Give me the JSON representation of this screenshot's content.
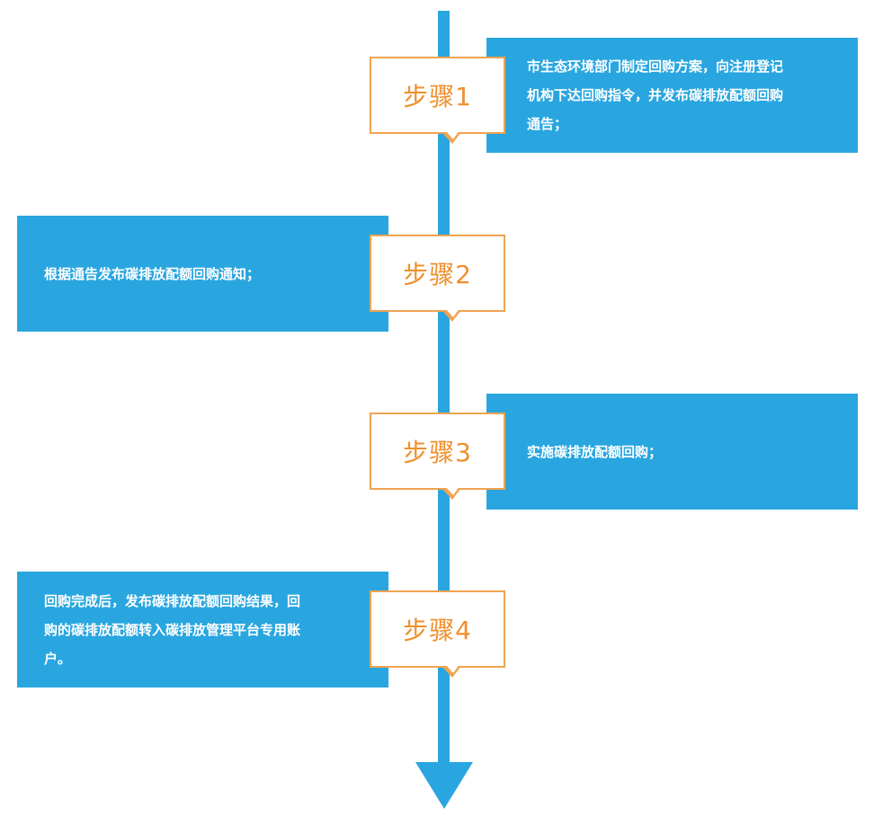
{
  "steps": [
    {
      "label": "步骤1",
      "side": "right",
      "lines": [
        "市生态环境部门制定回购方案，向注册登记",
        "机构下达回购指令，并发布碳排放配额回购",
        "通告；"
      ]
    },
    {
      "label": "步骤2",
      "side": "left",
      "lines": [
        "根据通告发布碳排放配额回购通知；"
      ]
    },
    {
      "label": "步骤3",
      "side": "right",
      "lines": [
        "实施碳排放配额回购；"
      ]
    },
    {
      "label": "步骤4",
      "side": "left",
      "lines": [
        "回购完成后，发布碳排放配额回购结果，回",
        "购的碳排放配额转入碳排放管理平台专用账",
        "户。"
      ]
    }
  ],
  "colors": {
    "timeline": "#29a6e0",
    "box_fill": "#29a6e0",
    "box_text": "#ffffff",
    "label_border": "#f0a352",
    "label_text": "#ef8f2c"
  }
}
